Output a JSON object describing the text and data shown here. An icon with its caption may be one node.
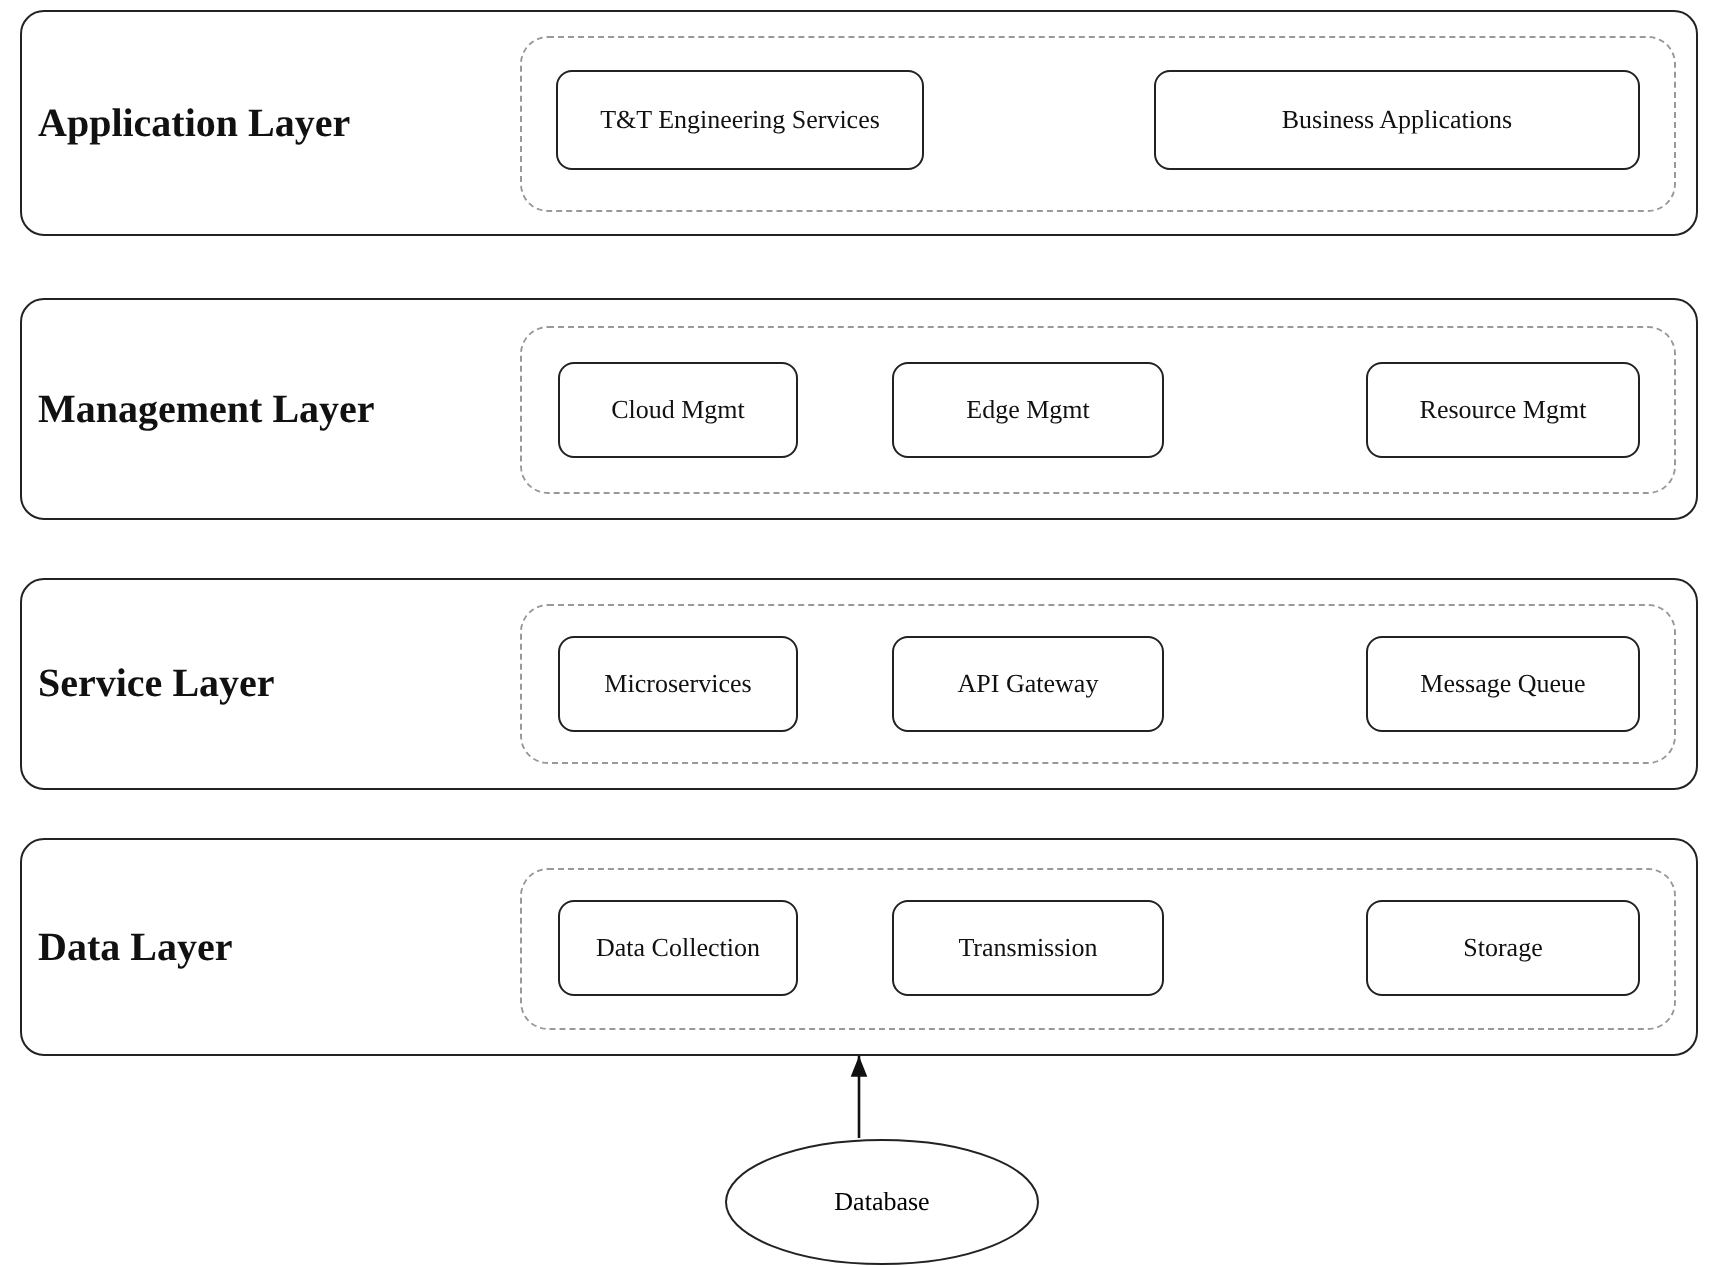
{
  "diagram": {
    "nodes": [
      {
        "text": [
          "Application Layer"
        ]
      },
      {
        "text": [],
        "shape": "box",
        "in": 0
      },
      {
        "text": [
          "T&T Engineering Services"
        ],
        "in": 1
      },
      {
        "text": [
          "Business Applications"
        ],
        "in": 1
      },
      {
        "text": [
          "Management Layer"
        ]
      },
      {
        "text": [],
        "shape": "box",
        "in": 4
      },
      {
        "text": [
          "Cloud Mgmt"
        ],
        "in": 5
      },
      {
        "text": [
          "Edge Mgmt"
        ],
        "in": 5
      },
      {
        "text": [
          "Resource Mgmt"
        ],
        "in": 5
      },
      {
        "text": [
          "Service Layer"
        ]
      },
      {
        "text": [],
        "shape": "box",
        "in": 9
      },
      {
        "text": [
          "Microservices"
        ],
        "in": 10
      },
      {
        "text": [
          "API Gateway"
        ],
        "in": 10
      },
      {
        "text": [
          "Message Queue"
        ],
        "in": 10
      },
      {
        "text": [
          "Data Layer"
        ]
      },
      {
        "text": [],
        "shape": "box",
        "in": 14
      },
      {
        "text": [
          "Data Collection"
        ],
        "in": 15
      },
      {
        "text": [
          "Transmission"
        ],
        "in": 15
      },
      {
        "text": [
          "Storage"
        ],
        "in": 15
      },
      {
        "text": [
          "Database"
        ]
      }
    ],
    "edges": [
      {
        "from": 19,
        "to": 14,
        "arrow": "to"
      }
    ]
  }
}
